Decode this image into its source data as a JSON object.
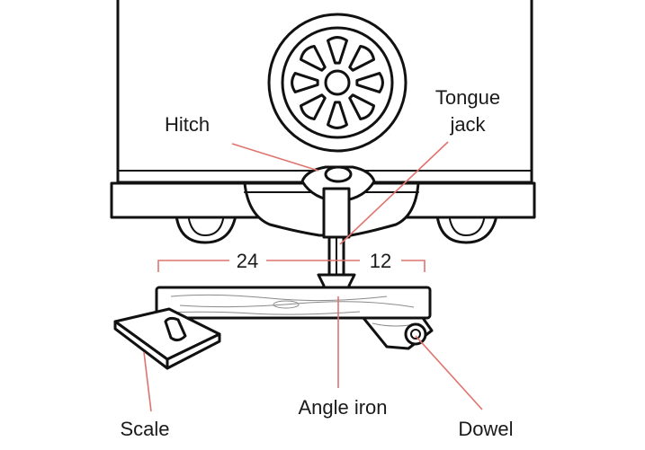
{
  "labels": {
    "hitch": "Hitch",
    "tongue_jack_line1": "Tongue",
    "tongue_jack_line2": "jack",
    "angle_iron": "Angle iron",
    "scale": "Scale",
    "dowel": "Dowel"
  },
  "dimensions": {
    "left_span": "24",
    "right_span": "12"
  },
  "colors": {
    "callout_line": "#e0736e",
    "ink": "#111111",
    "dimension_line": "#e0736e"
  }
}
